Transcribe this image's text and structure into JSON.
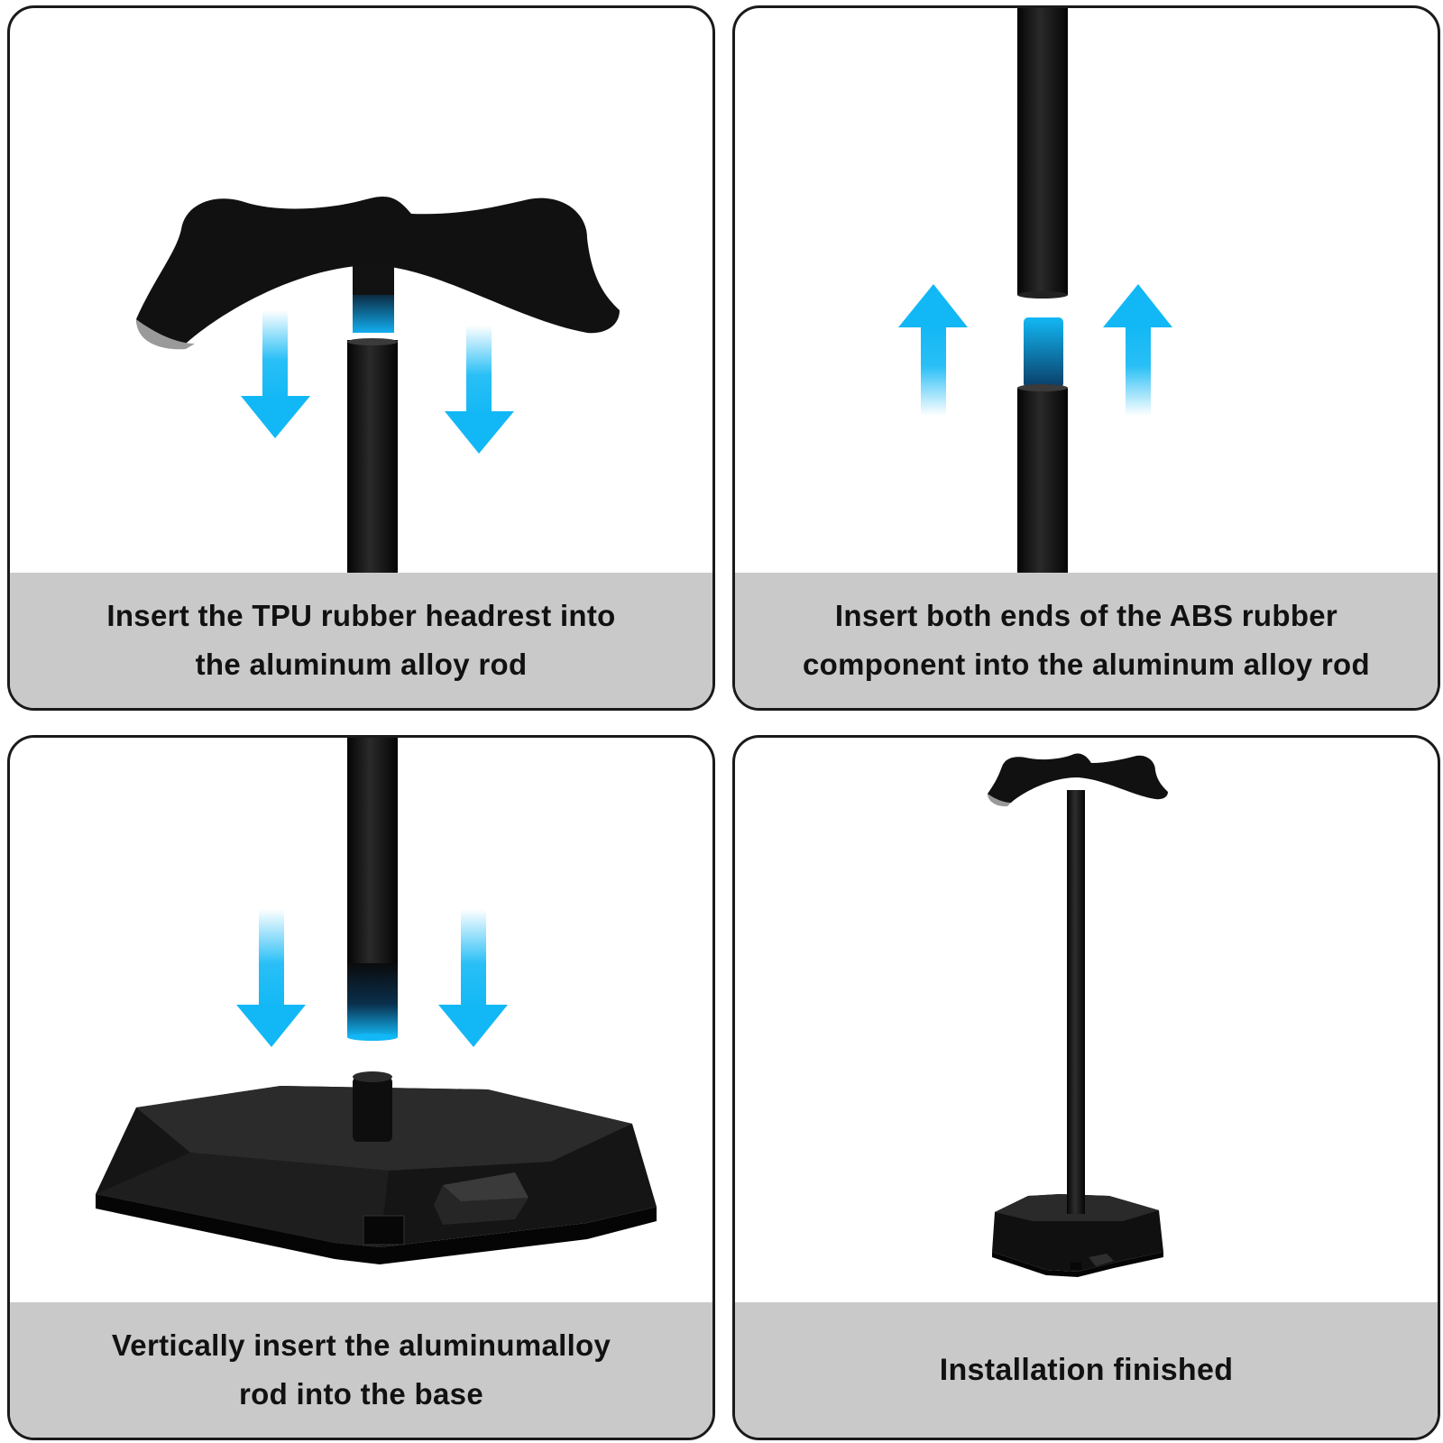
{
  "colors": {
    "arrow": "#12b8f5",
    "caption_background": "#c9c9c9",
    "caption_text": "#111111",
    "panel_border": "#1a1a1a",
    "stand": "#0c0c0c"
  },
  "steps": [
    {
      "caption_line1": "Insert the TPU rubber headrest into",
      "caption_line2": "the aluminum alloy rod",
      "arrow_direction": "down"
    },
    {
      "caption_line1": "Insert both ends of the ABS rubber",
      "caption_line2": "component into the aluminum alloy rod",
      "arrow_direction": "up"
    },
    {
      "caption_line1": "Vertically insert the aluminumalloy",
      "caption_line2": "rod into the base",
      "arrow_direction": "down"
    },
    {
      "caption_line1": "Installation finished",
      "caption_line2": "",
      "arrow_direction": "none"
    }
  ],
  "icons": [
    "headrest-image",
    "rod-image",
    "base-image",
    "assembled-stand-image",
    "arrow-down-icon",
    "arrow-up-icon"
  ]
}
